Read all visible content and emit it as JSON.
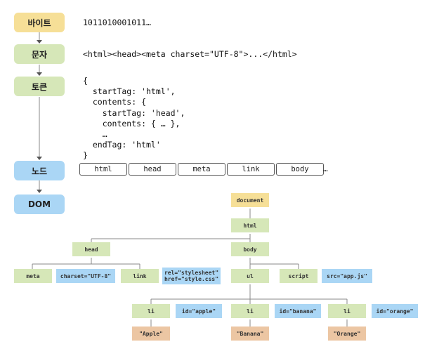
{
  "stages": {
    "bytes": "바이트",
    "chars": "문자",
    "tokens": "토큰",
    "nodes": "노드",
    "dom": "DOM"
  },
  "bytes_value": "1011010001011…",
  "chars_value": "<html><head><meta charset=\"UTF-8\">...</html>",
  "token_code": "{\n  startTag: 'html',\n  contents: {\n    startTag: 'head',\n    contents: { … },\n    …\n  endTag: 'html'\n}",
  "nodes": [
    "html",
    "head",
    "meta",
    "link",
    "body"
  ],
  "nodes_more": "…",
  "tree": {
    "document": "document",
    "html": "html",
    "head": "head",
    "body": "body",
    "meta": "meta",
    "meta_attr": "charset=\"UTF-8\"",
    "link": "link",
    "link_attr": "rel=\"stylesheet\"\nhref=\"style.css\"",
    "ul": "ul",
    "script": "script",
    "script_attr": "src=\"app.js\"",
    "li1": "li",
    "li1_attr": "id=\"apple\"",
    "li1_text": "\"Apple\"",
    "li2": "li",
    "li2_attr": "id=\"banana\"",
    "li2_text": "\"Banana\"",
    "li3": "li",
    "li3_attr": "id=\"orange\"",
    "li3_text": "\"Orange\""
  }
}
